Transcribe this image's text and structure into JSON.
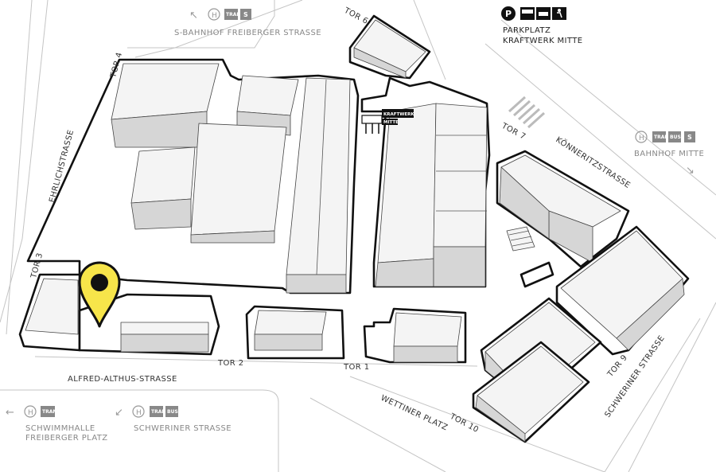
{
  "map": {
    "streets": {
      "ehrlichstrasse": "EHRLICHSTRASSE",
      "alfred_althus": "ALFRED-ALTHUS-STRASSE",
      "koenneritz": "KÖNNERITZSTRASSE",
      "schweriner": "SCHWERINER STRASSE",
      "wettiner_platz": "WETTINER PLATZ"
    },
    "gates": {
      "tor1": "TOR 1",
      "tor2": "TOR 2",
      "tor3": "TOR 3",
      "tor4": "TOR 4",
      "tor6": "TOR 6",
      "tor7": "TOR 7",
      "tor9": "TOR 9",
      "tor10": "TOR 10"
    },
    "transit": {
      "s_bahnhof": {
        "arrow": "↖",
        "circle": "H",
        "badges": [
          "TRAM",
          "S"
        ],
        "name": "S-BAHNHOF FREIBERGER STRASSE"
      },
      "bahnhof_mitte": {
        "arrow": "↘",
        "circle": "H",
        "badges": [
          "TRAM",
          "BUS",
          "S"
        ],
        "name": "BAHNHOF MITTE"
      },
      "schwimmhalle": {
        "arrow": "←",
        "circle": "H",
        "badges": [
          "TRAM"
        ],
        "name_line1": "SCHWIMMHALLE",
        "name_line2": "FREIBERGER PLATZ"
      },
      "schweriner": {
        "arrow": "↙",
        "circle": "H",
        "badges": [
          "TRAM",
          "BUS"
        ],
        "name": "SCHWERINER STRASSE"
      }
    },
    "parking": {
      "symbol": "P",
      "icons": [
        "bus-icon",
        "car-icon",
        "camper-icon",
        "wheelchair-icon"
      ],
      "line1": "PARKPLATZ",
      "line2": "KRAFTWERK MITTE"
    },
    "sign": {
      "line1": "KRAFTWERK",
      "line2": "MITTE"
    },
    "colors": {
      "marker": "#f7e54a",
      "outline": "#111111",
      "roof": "#f4f4f4",
      "wall": "#d6d6d6",
      "road": "#c4c4c4",
      "badge": "#888888"
    }
  }
}
